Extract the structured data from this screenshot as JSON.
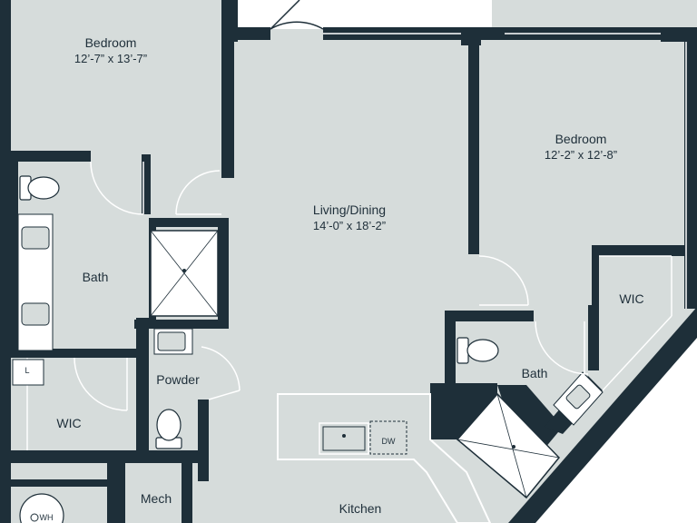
{
  "colors": {
    "floor": "#d6dcdb",
    "wall": "#1e2f39",
    "line": "#ffffff",
    "text": "#1f2f3a",
    "background": "#ffffff"
  },
  "rooms": {
    "bedroom_1": {
      "name": "Bedroom",
      "dimensions": "12’-7” x 13’-7”"
    },
    "bedroom_2": {
      "name": "Bedroom",
      "dimensions": "12’-2” x 12’-8”"
    },
    "living": {
      "name": "Living/Dining",
      "dimensions": "14’-0” x 18’-2”"
    },
    "bath_1": {
      "name": "Bath"
    },
    "bath_2": {
      "name": "Bath"
    },
    "wic_1": {
      "name": "WIC"
    },
    "wic_2": {
      "name": "WIC"
    },
    "powder": {
      "name": "Powder"
    },
    "mech": {
      "name": "Mech"
    },
    "kitchen": {
      "name": "Kitchen"
    }
  },
  "fixtures": {
    "dishwasher": "DW",
    "laundry": "L",
    "water_heater": "WH"
  }
}
